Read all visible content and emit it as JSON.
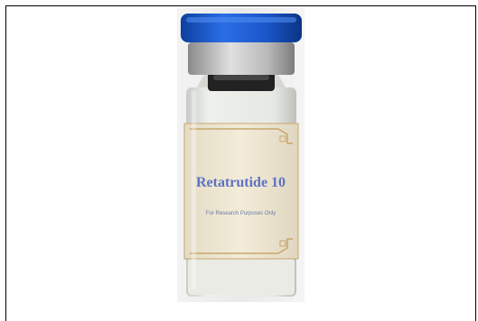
{
  "image": {
    "subject": "vial-photo",
    "label": {
      "product_name": "Retatrutide 10",
      "subtitle": "For Research Purposes Only"
    },
    "colors": {
      "cap": "#1f5fd1",
      "label_text": "#5e71c4",
      "label_background": "#efe7d2",
      "label_border": "#c9a66b",
      "powder": "#e9ebe4"
    }
  }
}
